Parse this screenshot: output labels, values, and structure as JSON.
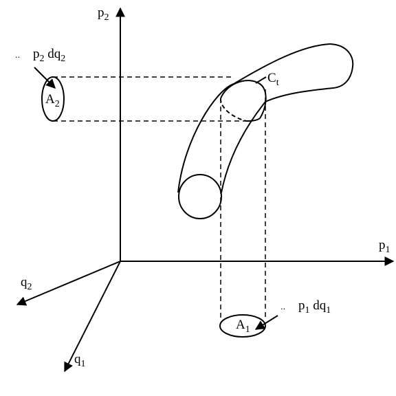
{
  "axes": {
    "p2": {
      "base": "p",
      "sub": "2"
    },
    "p1": {
      "base": "p",
      "sub": "1"
    },
    "q2": {
      "base": "q",
      "sub": "2"
    },
    "q1": {
      "base": "q",
      "sub": "1"
    }
  },
  "labels": {
    "curve": {
      "base": "C",
      "sub": "t"
    },
    "area2": {
      "base": "A",
      "sub": "2"
    },
    "area1": {
      "base": "A",
      "sub": "1"
    },
    "integrand2": {
      "dots": "..",
      "p_base": "p",
      "p_sub": "2",
      "d": " dq",
      "q_sub": "2"
    },
    "integrand1": {
      "dots": "..",
      "p_base": "p",
      "p_sub": "1",
      "d": " dq",
      "q_sub": "1"
    }
  },
  "colors": {
    "stroke": "#000000",
    "background": "#ffffff"
  }
}
